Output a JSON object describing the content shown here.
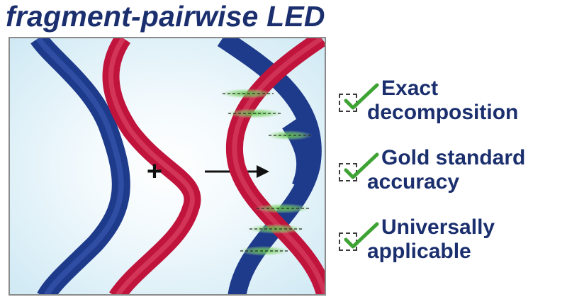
{
  "title": "fragment-pairwise LED",
  "diagram": {
    "plus_symbol": "+",
    "arrow": "arrow-right",
    "strand_colors": {
      "blue": "#1e3a8a",
      "red": "#c0143c",
      "highlight": "#5cc24a"
    }
  },
  "checklist": [
    {
      "line1": "Exact",
      "line2": "decomposition"
    },
    {
      "line1": "Gold standard",
      "line2": "accuracy"
    },
    {
      "line1": "Universally",
      "line2": "applicable"
    }
  ],
  "colors": {
    "text": "#1b2f6e",
    "tick": "#3ea334",
    "box": "#3a3a3a"
  }
}
